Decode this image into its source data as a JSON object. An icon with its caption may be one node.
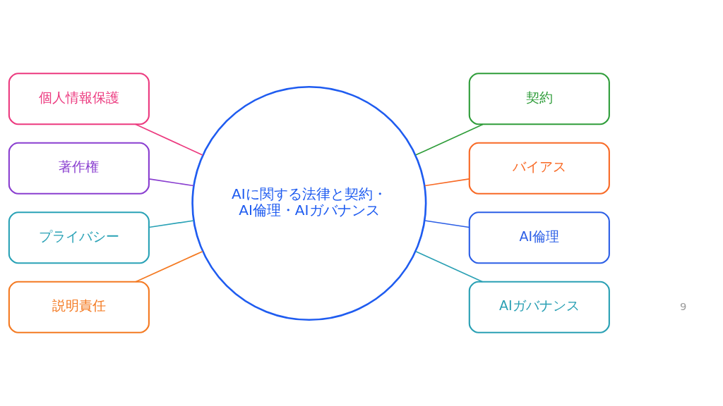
{
  "diagram": {
    "nodes": [
      {
        "text": [
          "AIに関する法律と契約・AI倫理・AIガバナンス"
        ]
      },
      {
        "text": [
          "個人情報保護"
        ]
      },
      {
        "text": [
          "著作権"
        ]
      },
      {
        "text": [
          "プライバシー"
        ]
      },
      {
        "text": [
          "説明責任"
        ]
      },
      {
        "text": [
          "契約"
        ]
      },
      {
        "text": [
          "バイアス"
        ]
      },
      {
        "text": [
          "AI倫理"
        ]
      },
      {
        "text": [
          "AIガバナンス"
        ]
      }
    ],
    "edges": [
      {
        "from": 1,
        "to": 0,
        "arrow": "none",
        "color": "#ec3a7f"
      },
      {
        "from": 2,
        "to": 0,
        "arrow": "none",
        "color": "#8a3fd0"
      },
      {
        "from": 3,
        "to": 0,
        "arrow": "none",
        "color": "#2aa2b6"
      },
      {
        "from": 4,
        "to": 0,
        "arrow": "none",
        "color": "#f47a22"
      },
      {
        "from": 0,
        "to": 5,
        "arrow": "none",
        "color": "#2f9d3a"
      },
      {
        "from": 0,
        "to": 6,
        "arrow": "none",
        "color": "#f86a26"
      },
      {
        "from": 0,
        "to": 7,
        "arrow": "none",
        "color": "#2c5fe6"
      },
      {
        "from": 0,
        "to": 8,
        "arrow": "none",
        "color": "#2aa0b4"
      }
    ],
    "labels": [
      "9"
    ]
  }
}
